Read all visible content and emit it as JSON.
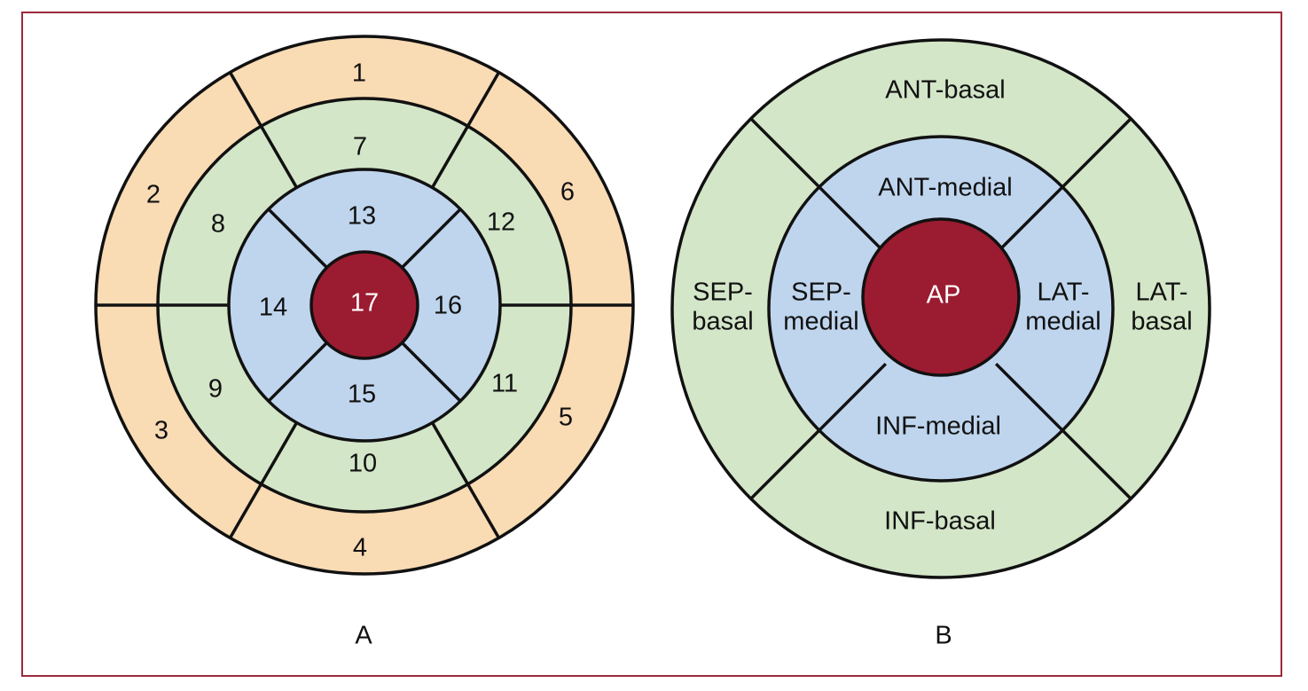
{
  "colors": {
    "frame": "#9b2a3b",
    "outer_ring": "#f9dbb4",
    "middle_ring": "#d3e6c8",
    "inner_ring": "#bfd5ee",
    "apex": "#9b1b30",
    "stroke": "#111111",
    "apex_text": "#ffffff",
    "text": "#111111"
  },
  "diagram_a": {
    "caption": "A",
    "basal": [
      "1",
      "2",
      "3",
      "4",
      "5",
      "6"
    ],
    "mid": [
      "7",
      "8",
      "9",
      "10",
      "11",
      "12"
    ],
    "apical": [
      "13",
      "14",
      "15",
      "16"
    ],
    "apex": "17"
  },
  "diagram_b": {
    "caption": "B",
    "basal": {
      "anterior": "ANT-basal",
      "septal_line1": "SEP-",
      "septal_line2": "basal",
      "lateral_line1": "LAT-",
      "lateral_line2": "basal",
      "inferior": "INF-basal"
    },
    "medial": {
      "anterior": "ANT-medial",
      "septal_line1": "SEP-",
      "septal_line2": "medial",
      "lateral_line1": "LAT-",
      "lateral_line2": "medial",
      "inferior": "INF-medial"
    },
    "apex": "AP"
  }
}
